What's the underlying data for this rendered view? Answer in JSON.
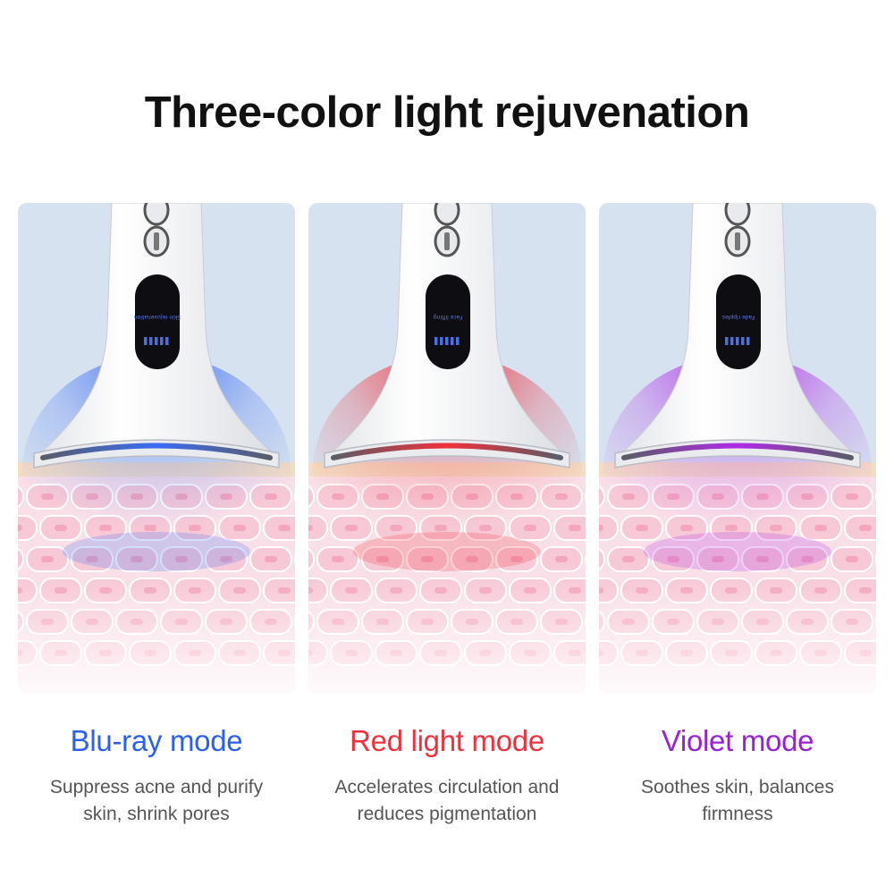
{
  "title": "Three-color light rejuvenation",
  "panels": [
    {
      "mode_title": "Blu-ray mode",
      "description_line1": "Suppress acne and purify",
      "description_line2": "skin, shrink pores",
      "color": "#2b5ff0",
      "glow_color": "#3a6cf5",
      "screen_text": "Skin rejuvenation"
    },
    {
      "mode_title": "Red light mode",
      "description_line1": "Accelerates circulation and",
      "description_line2": "reduces pigmentation",
      "color": "#f0303a",
      "glow_color": "#f0303a",
      "screen_text": "Face lifting"
    },
    {
      "mode_title": "Violet mode",
      "description_line1": "Soothes skin, balances",
      "description_line2": "firmness",
      "color": "#9a1fd6",
      "glow_color": "#b02ae8",
      "screen_text": "Fade ripples"
    }
  ],
  "colors": {
    "background_sky": "#d6e2f0",
    "skin_top": "#f3dcc4",
    "skin_cells": "#f7c9d6",
    "device_body": "#f7f7f7",
    "device_screen": "#0d0d12"
  },
  "icons": {
    "device": "neck-beauty-device-icon",
    "skin": "skin-cell-layer-illustration"
  }
}
